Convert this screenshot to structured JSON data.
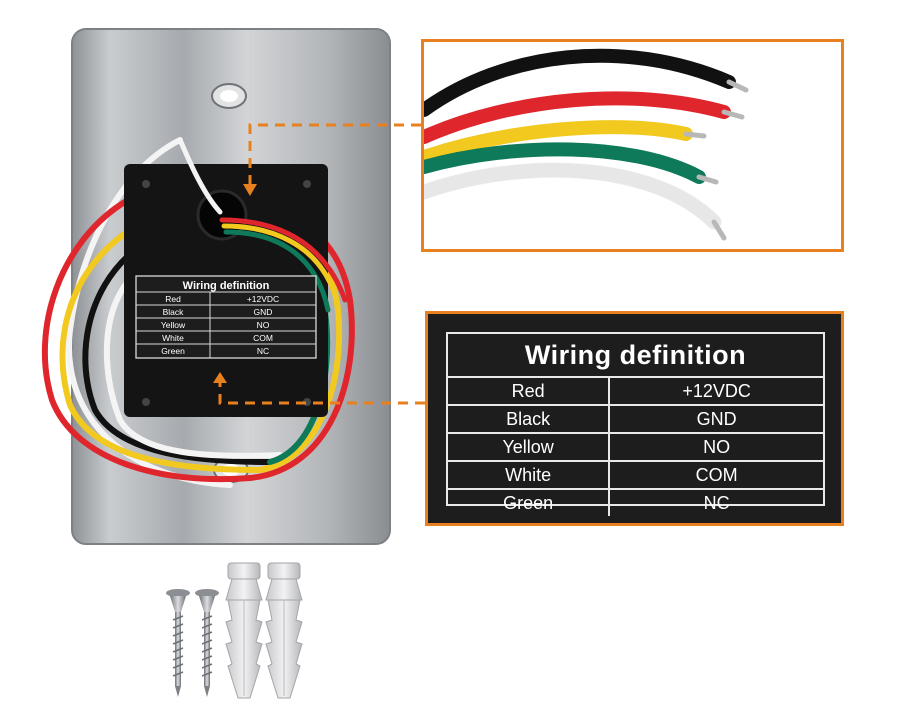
{
  "label": {
    "title": "Wiring definition",
    "rows": [
      {
        "color": "Red",
        "function": "+12VDC"
      },
      {
        "color": "Black",
        "function": "GND"
      },
      {
        "color": "Yellow",
        "function": "NO"
      },
      {
        "color": "White",
        "function": "COM"
      },
      {
        "color": "Green",
        "function": "NC"
      }
    ]
  },
  "colors": {
    "callout_orange": "#e8801f",
    "wire_red": "#e0262d",
    "wire_black": "#111111",
    "wire_yellow": "#f2c91e",
    "wire_white": "#f4f4f4",
    "wire_green": "#0e7a5a",
    "plate": "#b9bcc0",
    "module": "#141414"
  }
}
